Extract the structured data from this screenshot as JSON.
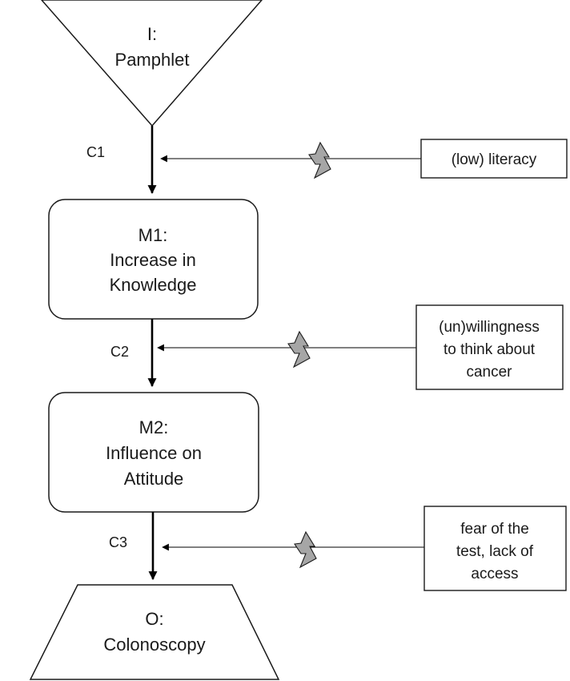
{
  "nodes": {
    "intervention": {
      "lines": [
        "I:",
        "Pamphlet"
      ]
    },
    "mechanism1": {
      "lines": [
        "M1:",
        "Increase in",
        "Knowledge"
      ]
    },
    "mechanism2": {
      "lines": [
        "M2:",
        "Influence on",
        "Attitude"
      ]
    },
    "outcome": {
      "lines": [
        "O:",
        "Colonoscopy"
      ]
    }
  },
  "edges": {
    "c1": {
      "label": "C1"
    },
    "c2": {
      "label": "C2"
    },
    "c3": {
      "label": "C3"
    }
  },
  "contexts": {
    "literacy": {
      "lines": [
        "(low) literacy"
      ]
    },
    "willingness": {
      "lines": [
        "(un)willingness",
        "to think about",
        "cancer"
      ]
    },
    "fear_access": {
      "lines": [
        "fear of the",
        "test, lack of",
        "access"
      ]
    }
  },
  "icons": {
    "disruption": "lightning-bolt-icon"
  }
}
